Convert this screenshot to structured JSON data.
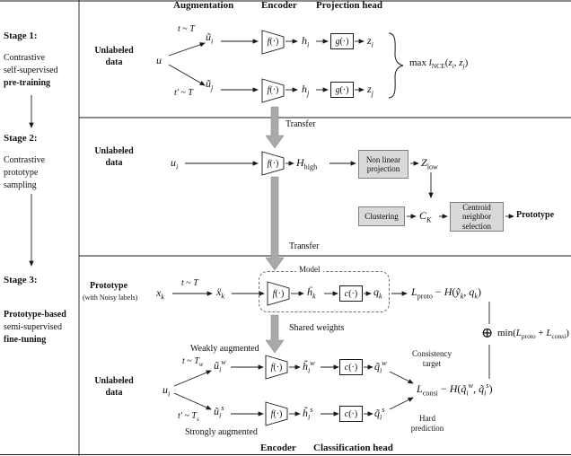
{
  "colors": {
    "box_fill": "#d9d9d9",
    "transfer_arrow": "#a9a9a9"
  },
  "headers": {
    "augmentation": "Augmentation",
    "encoder_top": "Encoder",
    "projection_head": "Projection head",
    "encoder_bottom": "Encoder",
    "classification_head": "Classification head"
  },
  "stage_labels": {
    "s1_title": "Stage 1:",
    "s1_desc": "Contrastive<br>self-supervised<br><b>pre-training</b>",
    "s2_title": "Stage 2:",
    "s2_desc": "Contrastive<br>prototype<br>sampling",
    "s3_title": "Stage 3:",
    "s3_desc": "<b>Prototype-based</b><br>semi-supervised<br><b>fine-tuning</b>"
  },
  "glyphs": {
    "f": "<i>f</i>(·)",
    "g": "<i>g</i>(·)",
    "c": "<i>c</i>(·)",
    "oplus": "⊕"
  },
  "transfer": {
    "label": "Transfer"
  },
  "stage1": {
    "unlabeled": "Unlabeled data",
    "u": "<i>u</i>",
    "aug_top": "<i>t</i> ~ <i>T</i>",
    "aug_bottom": "<i>t′</i> ~ <i>T</i>",
    "u_i": "<i>ũ<sub>i</sub></i>",
    "u_j": "<i>ũ<sub>j</sub></i>",
    "h_i": "<i>h<sub>i</sub></i>",
    "h_j": "<i>h<sub>j</sub></i>",
    "z_i": "<i>z<sub>i</sub></i>",
    "z_j": "<i>z<sub>j</sub></i>",
    "loss": "max <i>l</i><sub>NCE</sub>(<i>z<sub>i</sub></i>, <i>z<sub>j</sub></i>)"
  },
  "stage2": {
    "unlabeled": "Unlabeled data",
    "u_i": "<i>u<sub>i</sub></i>",
    "h_high": "<i>H</i><sub>high</sub>",
    "nonlinear": "Non linear projection",
    "z_low": "<i>Z</i><sub>low</sub>",
    "clustering": "Clustering",
    "c_k": "<i>C<sub>K</sub></i>",
    "centroid": "Centroid neighbor selection",
    "prototype": "Prototype"
  },
  "stage3": {
    "prototype": "Prototype",
    "noisy": "(with Noisy labels)",
    "x_k": "<i>x<sub>k</sub></i>",
    "aug": "<i>t</i> ~ <i>T</i>",
    "x_ddot": "<i>ẍ<sub>k</sub></i>",
    "model": "Model",
    "h_ddot": "<i>ḧ<sub>k</sub></i>",
    "q_k": "<i>q<sub>k</sub></i>",
    "l_proto": "<i>L</i><sub>proto</sub> − <i>H</i>(<i>ỹ<sub>k</sub></i>, <i>q<sub>k</sub></i>)",
    "shared": "Shared weights",
    "min": "min(<i>L</i><sub>proto</sub> + <i>L</i><sub>consi</sub>)",
    "weakly": "Weakly augmented",
    "strongly": "Strongly augmented",
    "unlabeled": "Unlabeled data",
    "u_i": "<i>u<sub>i</sub></i>",
    "aug_w": "<i>t</i> ~ <i>T<sub>w</sub></i>",
    "aug_s": "<i>t′</i> ~ <i>T<sub>s</sub></i>",
    "u_w": "<i>ũ<sub>i</sub><sup>w</sup></i>",
    "u_s": "<i>ũ<sub>i</sub><sup>s</sup></i>",
    "h_w": "<i>h̃<sub>i</sub><sup>w</sup></i>",
    "h_s": "<i>h̃<sub>i</sub><sup>s</sup></i>",
    "q_w": "<i>q̃<sub>i</sub><sup>w</sup></i>",
    "q_s": "<i>q̃<sub>i</sub><sup>s</sup></i>",
    "consistency": "Consistency target",
    "hard": "Hard prediction",
    "l_consi": "<i>L</i><sub>consi</sub> − <i>H</i>(<i>q̃<sub>i</sub><sup>w</sup></i>, <i>q̃<sub>i</sub><sup>s</sup></i>)"
  }
}
